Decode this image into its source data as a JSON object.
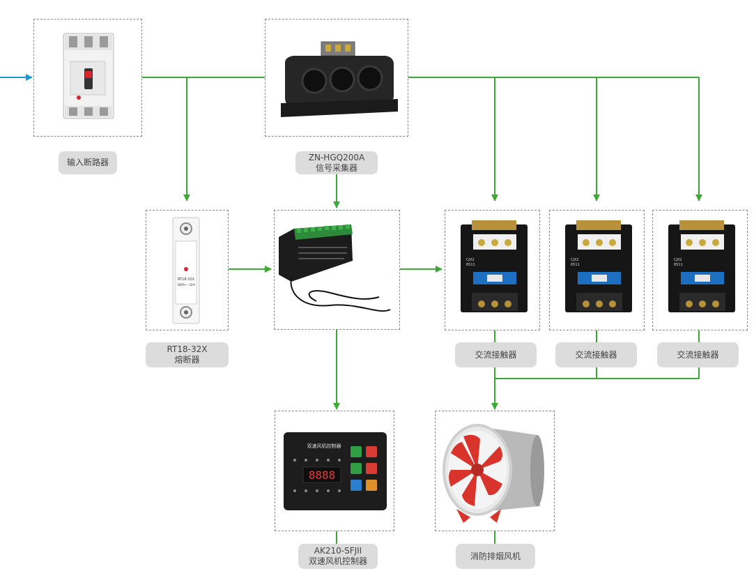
{
  "nodes": {
    "breaker": {
      "label": [
        "输入断路器"
      ],
      "icon": "circuit-breaker-icon"
    },
    "collector": {
      "label": [
        "ZN-HGQ200A",
        "信号采集器"
      ],
      "icon": "current-transformer-icon"
    },
    "fuse": {
      "label": [
        "RT18-32X",
        "熔断器"
      ],
      "icon": "fuse-holder-icon",
      "device_text": [
        "RT18-32X",
        "380V~ 32A"
      ]
    },
    "module": {
      "icon": "control-module-icon"
    },
    "contactor1": {
      "label": [
        "交流接触器"
      ],
      "icon": "ac-contactor-icon",
      "device_text": [
        "CJX2",
        "6511"
      ]
    },
    "contactor2": {
      "label": [
        "交流接触器"
      ],
      "icon": "ac-contactor-icon",
      "device_text": [
        "CJX2",
        "6511"
      ]
    },
    "contactor3": {
      "label": [
        "交流接触器"
      ],
      "icon": "ac-contactor-icon",
      "device_text": [
        "CJX2",
        "6511"
      ]
    },
    "controller": {
      "label": [
        "AK210-SFJII",
        "双速风机控制器"
      ],
      "icon": "dual-speed-fan-controller-icon",
      "panel_title": "双速风机控制器",
      "display": "8888"
    },
    "fan": {
      "label": [
        "消防排烟风机"
      ],
      "icon": "smoke-exhaust-fan-icon"
    }
  },
  "colors": {
    "wire": "#3aaa35",
    "input_wire": "#1a9ad6",
    "box_border": "#8a8a8a",
    "label_bg": "#dcdcdc",
    "label_text": "#444444",
    "fan_red": "#d9342b"
  }
}
